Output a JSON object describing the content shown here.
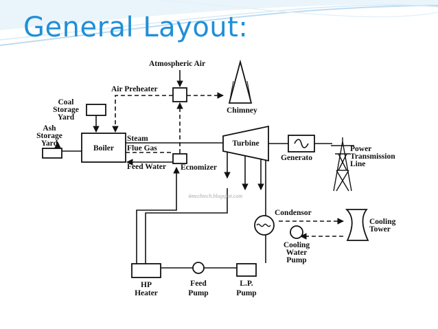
{
  "slide": {
    "title": "General Layout:",
    "accent_color": "#1f8fd8"
  },
  "diagram": {
    "watermark": "4mechtech.blogspot.com",
    "components": {
      "atmospheric_air": "Atmospheric Air",
      "air_preheater": "Air Preheater",
      "chimney": "Chimney",
      "coal_storage_yard": [
        "Coal",
        "Storage",
        "Yard"
      ],
      "ash_storage_yard": [
        "Ash",
        "Storage",
        "Yard"
      ],
      "boiler": "Boiler",
      "steam": "Steam",
      "flue_gas": "Flue Gas",
      "feed_water": "Feed Water",
      "economizer": "Ecnomizer",
      "turbine": "Turbine",
      "generator": "Generato",
      "power_transmission_line": [
        "Power",
        "Transmission",
        "Line"
      ],
      "condensor": "Condensor",
      "cooling_tower": [
        "Cooling",
        "Tower"
      ],
      "cooling_water_pump": [
        "Cooling",
        "Water",
        "Pump"
      ],
      "hp_heater": [
        "HP",
        "Heater"
      ],
      "feed_pump": [
        "Feed",
        "Pump"
      ],
      "lp_pump": [
        "L.P.",
        "Pump"
      ]
    }
  }
}
